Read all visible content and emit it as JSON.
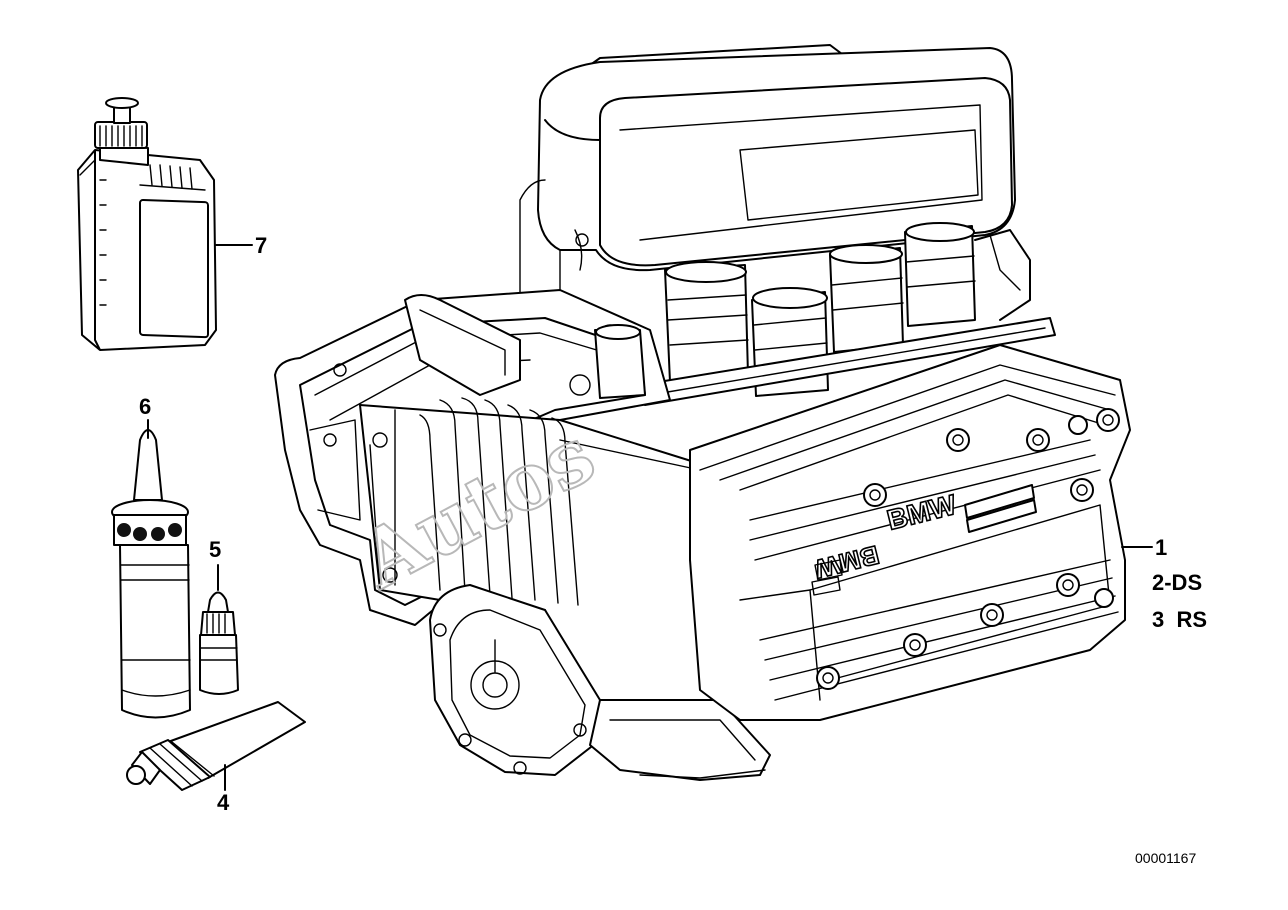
{
  "callouts": {
    "item1": "1",
    "item2": "2-DS",
    "item3": "3  RS",
    "item4": "4",
    "item5": "5",
    "item6": "6",
    "item7": "7"
  },
  "engine_logo": "BMW",
  "watermark": "Autos",
  "document_number": "00001167",
  "colors": {
    "line": "#000000",
    "background": "#ffffff",
    "watermark": "#b8b8b8"
  }
}
